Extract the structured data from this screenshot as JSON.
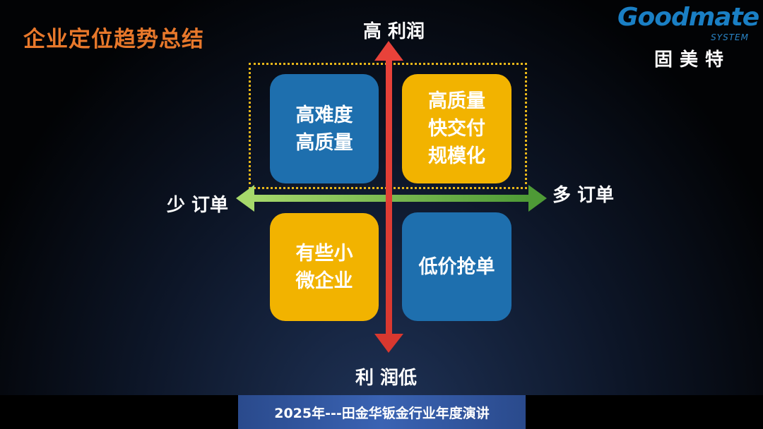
{
  "title": "企业定位趋势总结",
  "logo": {
    "brand": "Goodmate",
    "sub": "SYSTEM",
    "cn": "固美特"
  },
  "axes": {
    "top": "高 利润",
    "bottom": "利 润低",
    "left": "少 订单",
    "right": "多 订单"
  },
  "quadrants": {
    "top_left": {
      "line1": "高难度",
      "line2": "高质量"
    },
    "top_right": {
      "line1": "高质量",
      "line2": "快交付",
      "line3": "规模化"
    },
    "bottom_left": {
      "line1": "有些小",
      "line2": "微企业"
    },
    "bottom_right": {
      "line1": "低价抢单"
    }
  },
  "footer": "2025年---田金华钣金行业年度演讲",
  "colors": {
    "title": "#e8782b",
    "blue_box": "#1e6fae",
    "yellow_box": "#f2b300",
    "vertical_arrow": "#e8423a",
    "horizontal_arrow": "#6ab04c",
    "dashed_border": "#e7b619"
  }
}
